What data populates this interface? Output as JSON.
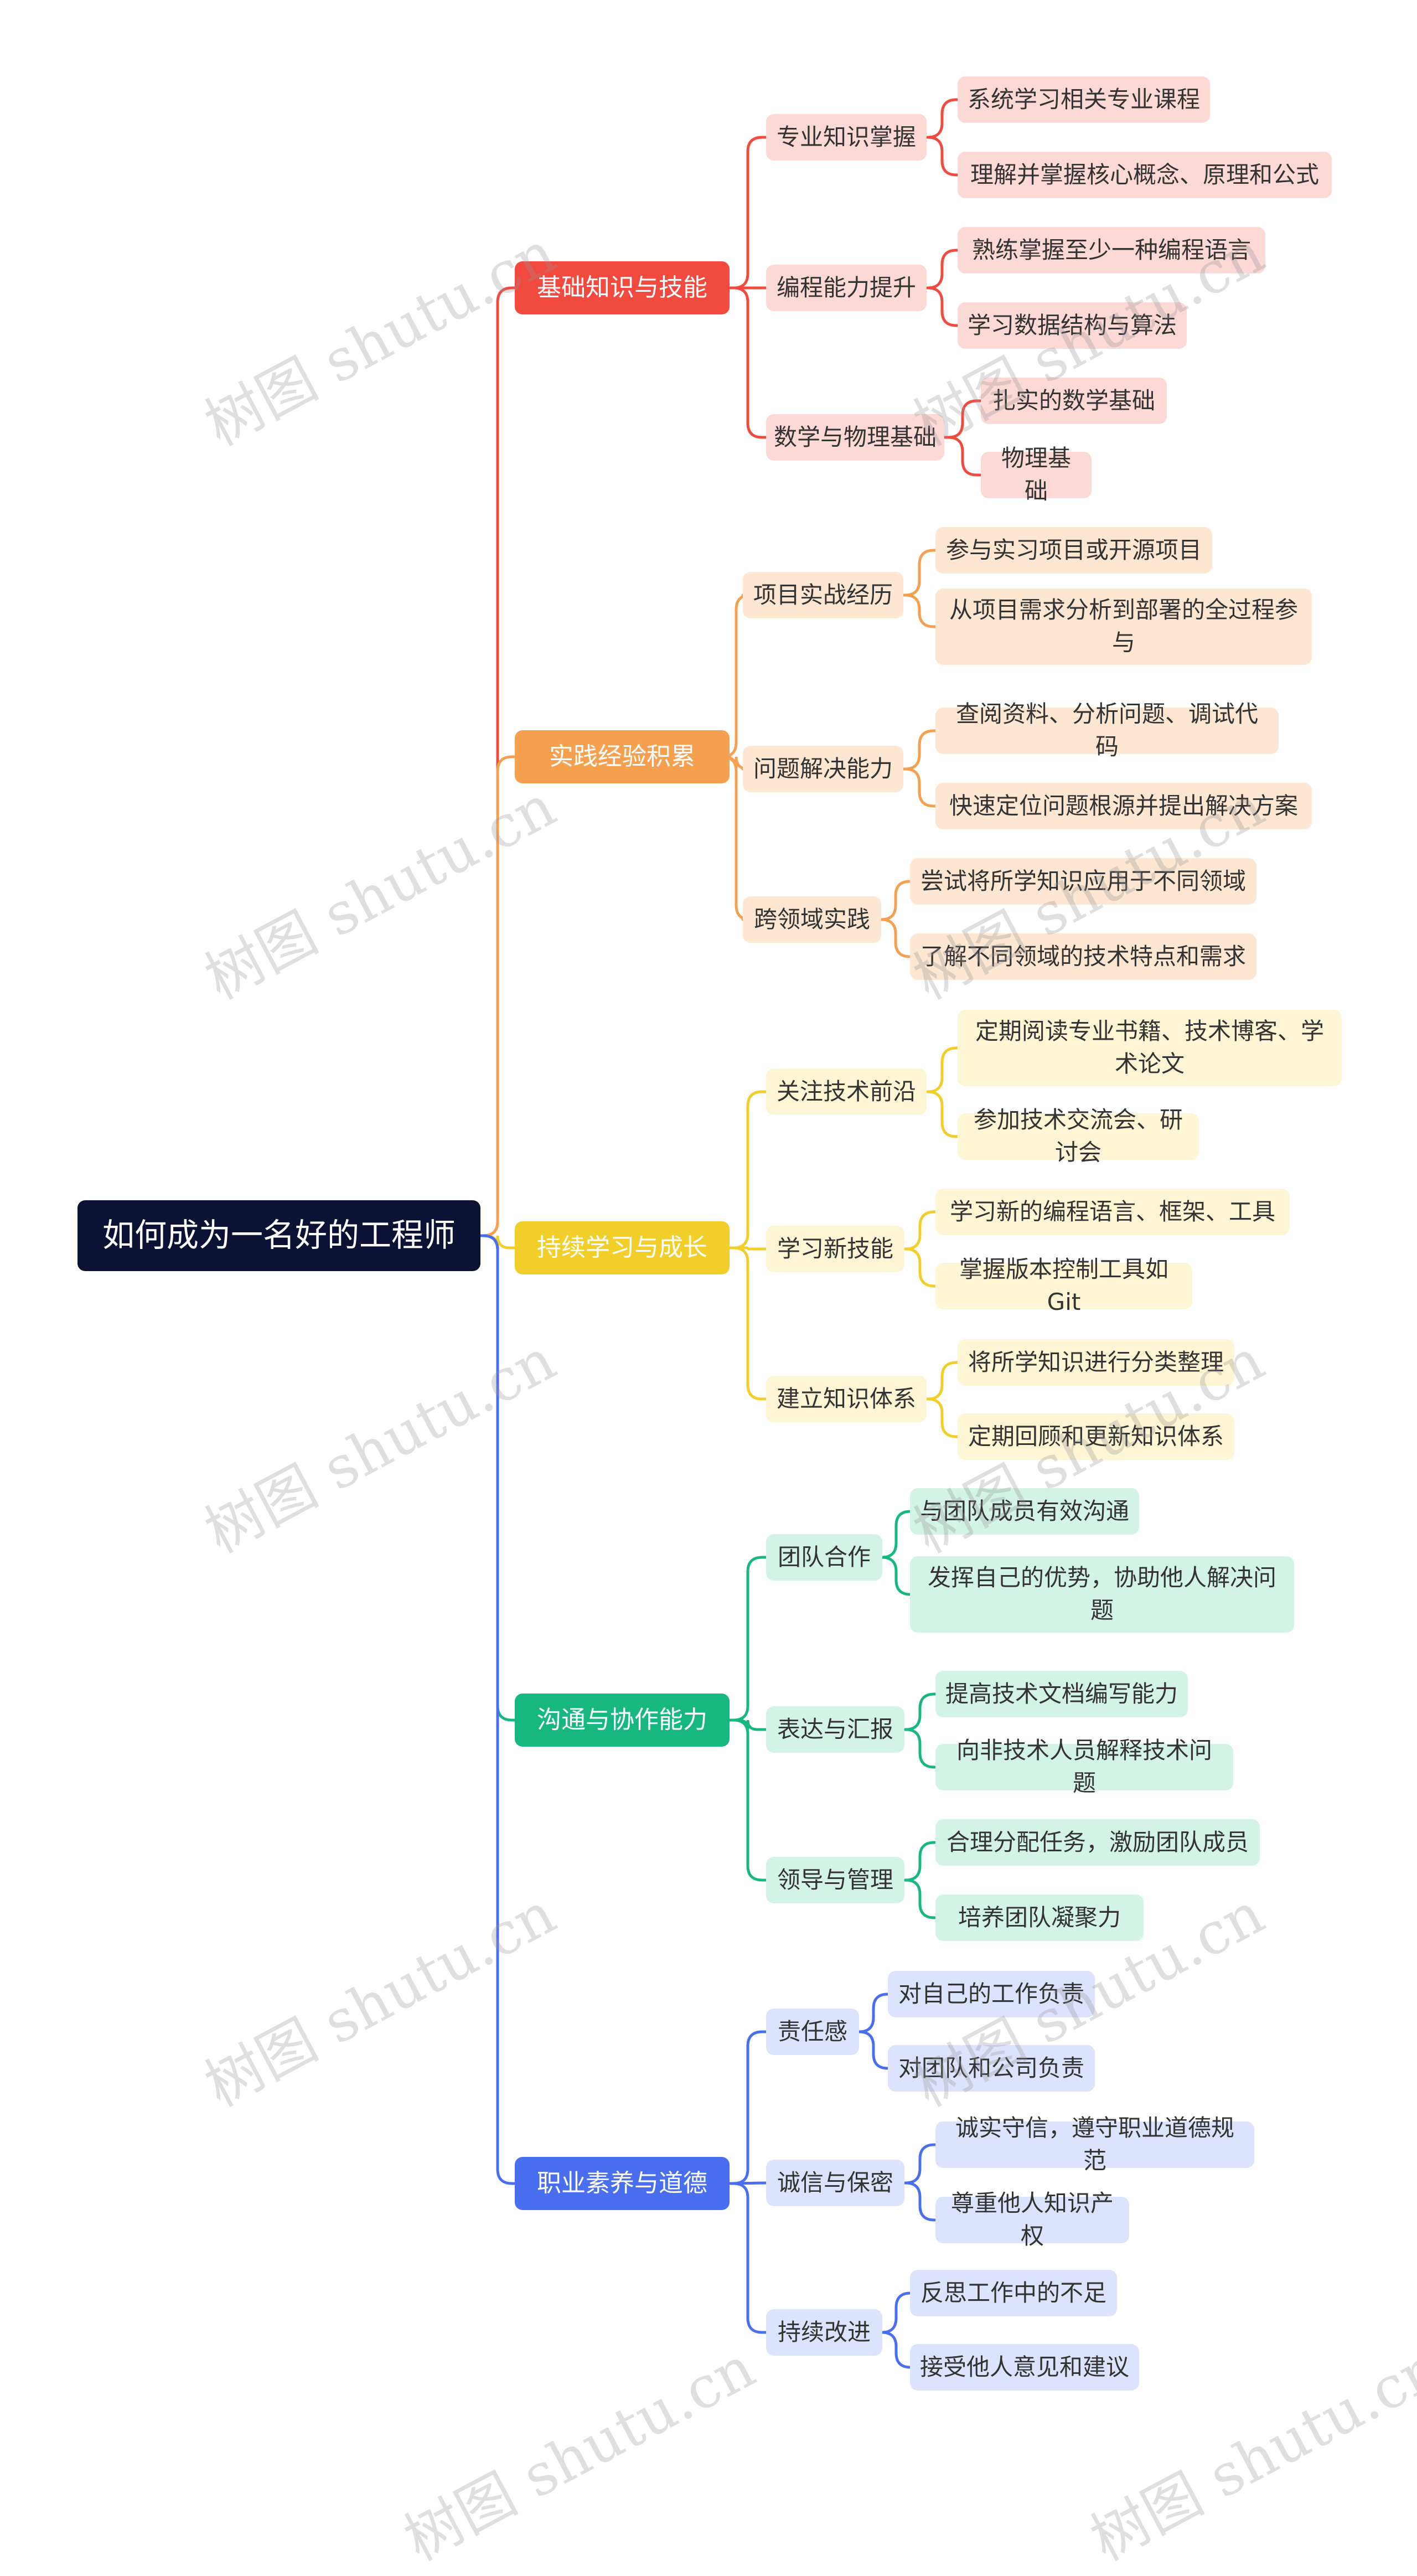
{
  "root": {
    "label": "如何成为一名好的工程师"
  },
  "branches": [
    {
      "label": "基础知识与技能",
      "color": "#f24a3f",
      "light": "#fdd9d6",
      "children": [
        {
          "label": "专业知识掌握",
          "children": [
            "系统学习相关专业课程",
            "理解并掌握核心概念、原理和公式"
          ]
        },
        {
          "label": "编程能力提升",
          "children": [
            "熟练掌握至少一种编程语言",
            "学习数据结构与算法"
          ]
        },
        {
          "label": "数学与物理基础",
          "children": [
            "扎实的数学基础",
            "物理基础"
          ]
        }
      ]
    },
    {
      "label": "实践经验积累",
      "color": "#f5a04f",
      "light": "#fde6d2",
      "children": [
        {
          "label": "项目实战经历",
          "children": [
            "参与实习项目或开源项目",
            "从项目需求分析到部署的全过程参与"
          ]
        },
        {
          "label": "问题解决能力",
          "children": [
            "查阅资料、分析问题、调试代码",
            "快速定位问题根源并提出解决方案"
          ]
        },
        {
          "label": "跨领域实践",
          "children": [
            "尝试将所学知识应用于不同领域",
            "了解不同领域的技术特点和需求"
          ]
        }
      ]
    },
    {
      "label": "持续学习与成长",
      "color": "#f2ce2a",
      "light": "#fdf5d3",
      "children": [
        {
          "label": "关注技术前沿",
          "children": [
            "定期阅读专业书籍、技术博客、学术论文",
            "参加技术交流会、研讨会"
          ]
        },
        {
          "label": "学习新技能",
          "children": [
            "学习新的编程语言、框架、工具",
            "掌握版本控制工具如Git"
          ]
        },
        {
          "label": "建立知识体系",
          "children": [
            "将所学知识进行分类整理",
            "定期回顾和更新知识体系"
          ]
        }
      ]
    },
    {
      "label": "沟通与协作能力",
      "color": "#17b87f",
      "light": "#d3f3e6",
      "children": [
        {
          "label": "团队合作",
          "children": [
            "与团队成员有效沟通",
            "发挥自己的优势，协助他人解决问题"
          ]
        },
        {
          "label": "表达与汇报",
          "children": [
            "提高技术文档编写能力",
            "向非技术人员解释技术问题"
          ]
        },
        {
          "label": "领导与管理",
          "children": [
            "合理分配任务，激励团队成员",
            "培养团队凝聚力"
          ]
        }
      ]
    },
    {
      "label": "职业素养与道德",
      "color": "#4a6ef0",
      "light": "#dde3fc",
      "children": [
        {
          "label": "责任感",
          "children": [
            "对自己的工作负责",
            "对团队和公司负责"
          ]
        },
        {
          "label": "诚信与保密",
          "children": [
            "诚实守信，遵守职业道德规范",
            "尊重他人知识产权"
          ]
        },
        {
          "label": "持续改进",
          "children": [
            "反思工作中的不足",
            "接受他人意见和建议"
          ]
        }
      ]
    }
  ],
  "watermark": "树图 shutu.cn"
}
